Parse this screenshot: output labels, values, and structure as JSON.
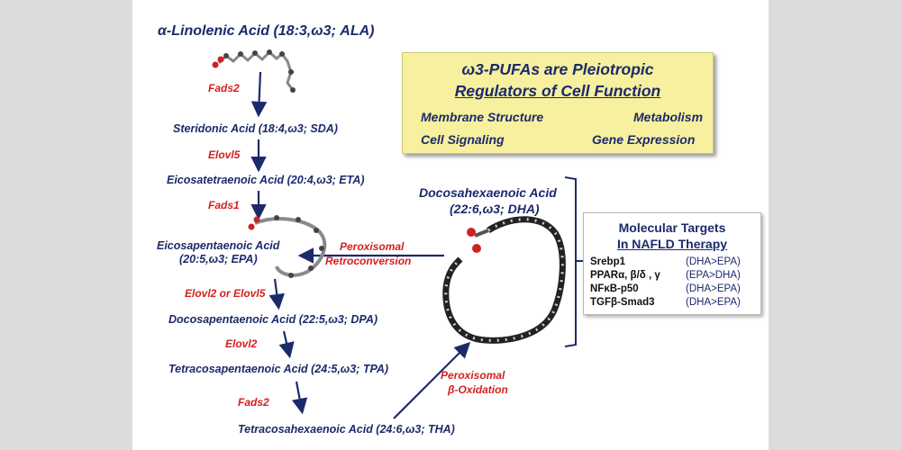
{
  "pathway": {
    "ala": "α-Linolenic Acid (18:3,ω3; ALA)",
    "sda": "Steridonic Acid (18:4,ω3; SDA)",
    "eta": "Eicosatetraenoic Acid (20:4,ω3; ETA)",
    "epa_line1": "Eicosapentaenoic Acid",
    "epa_line2": "(20:5,ω3; EPA)",
    "dpa": "Docosapentaenoic Acid (22:5,ω3; DPA)",
    "tpa": "Tetracosapentaenoic Acid (24:5,ω3; TPA)",
    "tha": "Tetracosahexaenoic Acid (24:6,ω3; THA)",
    "dha_line1": "Docosahexaenoic Acid",
    "dha_line2": "(22:6,ω3; DHA)"
  },
  "enzymes": {
    "fads2_top": "Fads2",
    "elovl5": "Elovl5",
    "fads1": "Fads1",
    "elovl2_or_5": "Elovl2 or Elovl5",
    "elovl2": "Elovl2",
    "fads2_bottom": "Fads2",
    "retro_line1": "Peroxisomal",
    "retro_line2": "Retroconversion",
    "beta_line1": "Peroxisomal",
    "beta_line2": "β-Oxidation"
  },
  "info_box": {
    "title_line1": "ω3-PUFAs are Pleiotropic",
    "title_line2": "Regulators  of Cell Function",
    "item1": "Membrane Structure",
    "item2": "Metabolism",
    "item3": "Cell Signaling",
    "item4": "Gene Expression"
  },
  "targets": {
    "title_line1": "Molecular Targets",
    "title_line2": "In NAFLD Therapy",
    "rows": [
      {
        "name": "Srebp1",
        "value": "(DHA>EPA)"
      },
      {
        "name": "PPARα, β/δ , γ",
        "value": "(EPA>DHA)"
      },
      {
        "name": "NFκB-p50",
        "value": "(DHA>EPA)"
      },
      {
        "name": "TGFβ-Smad3",
        "value": "(DHA>EPA)"
      }
    ]
  },
  "colors": {
    "text_navy": "#1b2a6b",
    "enzyme_red": "#d42020",
    "box_yellow": "#f7f09e",
    "background_gray": "#dcdcdc"
  }
}
